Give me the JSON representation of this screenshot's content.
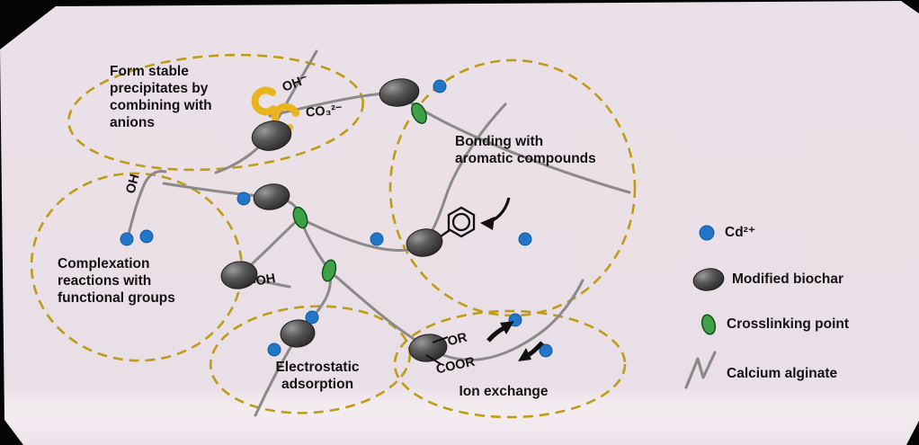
{
  "regions": {
    "precipitation": {
      "label": "Form stable\nprecipitates by\ncombining with\nanions",
      "anion_hydroxide": "OH⁻",
      "anion_carbonate": "CO₃²⁻"
    },
    "complexation": {
      "label": "Complexation\nreactions with\nfunctional groups",
      "hydroxyl_top": "OH",
      "hydroxyl_side": "-OH"
    },
    "aromatic": {
      "label": "Bonding with\naromatic compounds"
    },
    "electrostatic": {
      "label": "Electrostatic\nadsorption"
    },
    "ion_exchange": {
      "label": "Ion exchange",
      "group_or": "OR",
      "group_coor": "COOR"
    }
  },
  "legend": {
    "items": [
      {
        "id": "cd-ion",
        "label": "Cd²⁺"
      },
      {
        "id": "modified-biochar",
        "label": "Modified biochar"
      },
      {
        "id": "crosslinking-point",
        "label": "Crosslinking point"
      },
      {
        "id": "calcium-alginate",
        "label": "Calcium alginate"
      }
    ]
  },
  "colors": {
    "dashed_ellipse": "#bf9b16",
    "cd_ion": "#2176c7",
    "crosslink_green": "#3fa04a",
    "alginate_gray": "#8a8a8a",
    "anion_yellow": "#e9b41e",
    "background": "#eae0e7"
  }
}
